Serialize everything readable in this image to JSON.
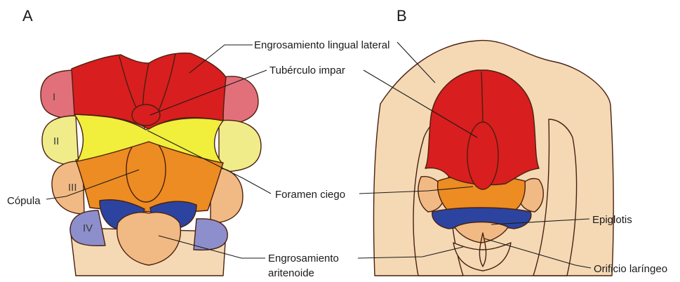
{
  "panels": {
    "a": "A",
    "b": "B"
  },
  "arches": [
    "I",
    "II",
    "III",
    "IV"
  ],
  "labels": {
    "engrosamiento_lingual_lateral": "Engrosamiento lingual lateral",
    "tuberculo_impar": "Tubérculo impar",
    "copula": "Cópula",
    "foramen_ciego": "Foramen ciego",
    "engrosamiento_aritenoide_1": "Engrosamiento",
    "engrosamiento_aritenoide_2": "aritenoide",
    "epiglotis": "Epiglotis",
    "orificio_laringeo": "Orificio laríngeo"
  },
  "colors": {
    "red": "#d81e1e",
    "pink": "#e2707a",
    "yellow": "#f1ee3c",
    "light_yellow": "#f0ec8a",
    "orange": "#ec8c22",
    "peach": "#f1ba84",
    "blue": "#2c44a0",
    "lavender": "#8d8fcc",
    "tan": "#f4d9b4"
  }
}
